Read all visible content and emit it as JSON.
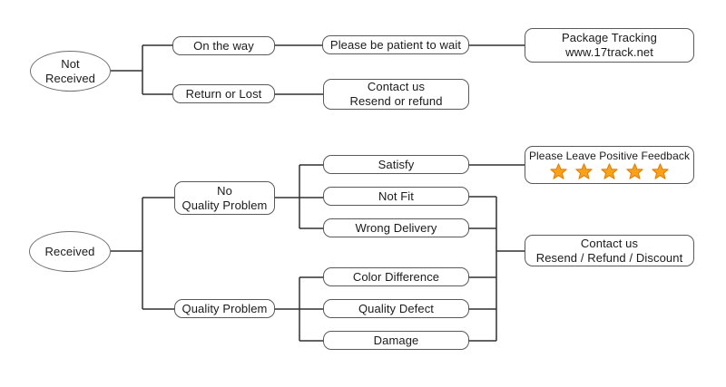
{
  "nodes": {
    "not_received": {
      "line1": "Not",
      "line2": "Received"
    },
    "received": {
      "label": "Received"
    },
    "on_the_way": {
      "label": "On the way"
    },
    "return_or_lost": {
      "label": "Return or Lost"
    },
    "be_patient": {
      "label": "Please be patient to wait"
    },
    "package_tracking": {
      "line1": "Package Tracking",
      "line2": "www.17track.net"
    },
    "contact_resend_refund": {
      "line1": "Contact us",
      "line2": "Resend or refund"
    },
    "no_quality_problem": {
      "line1": "No",
      "line2": "Quality Problem"
    },
    "quality_problem": {
      "label": "Quality Problem"
    },
    "satisfy": {
      "label": "Satisfy"
    },
    "not_fit": {
      "label": "Not Fit"
    },
    "wrong_delivery": {
      "label": "Wrong Delivery"
    },
    "color_difference": {
      "label": "Color Difference"
    },
    "quality_defect": {
      "label": "Quality Defect"
    },
    "damage": {
      "label": "Damage"
    },
    "positive_feedback": {
      "label": "Please Leave Positive Feedback",
      "stars_count": 5
    },
    "contact_resend_refund_discount": {
      "line1": "Contact us",
      "line2": "Resend / Refund / Discount"
    }
  },
  "colors": {
    "line": "#303030",
    "box_border": "#595959",
    "star_fill": "#F9A11B",
    "star_stroke": "#E0820A"
  }
}
